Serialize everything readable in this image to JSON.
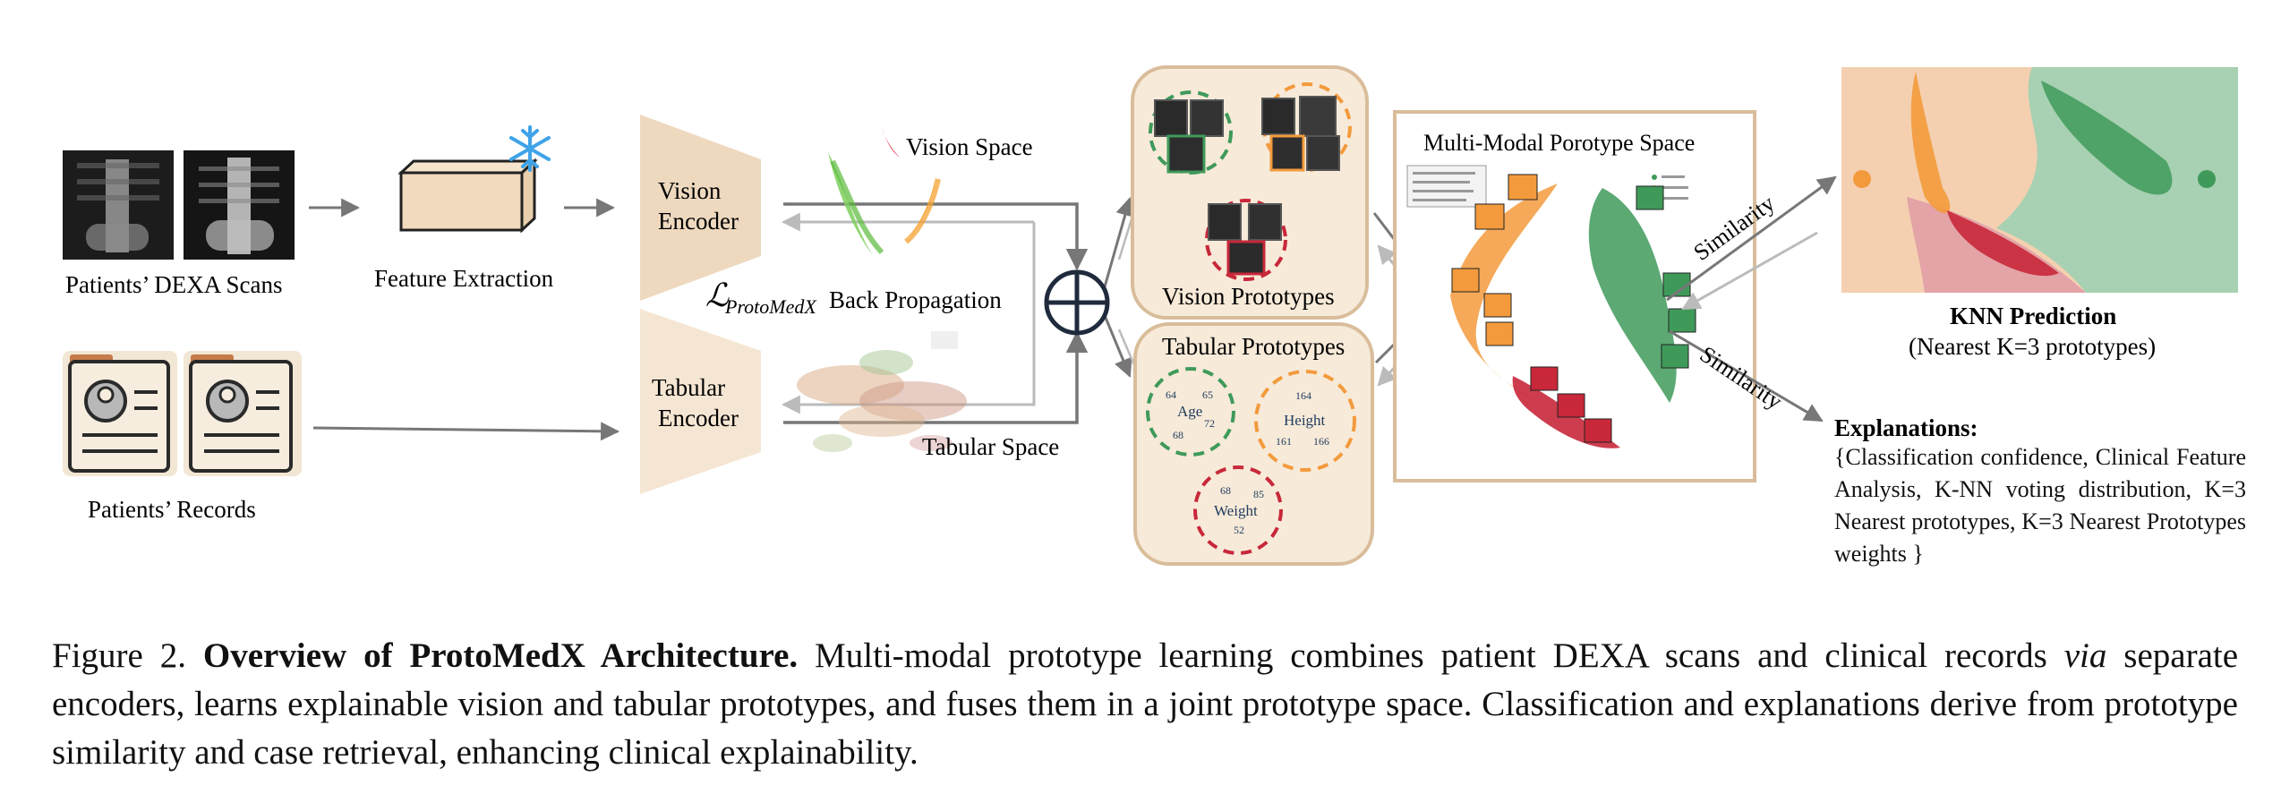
{
  "inputs": {
    "dexa_label": "Patients’ DEXA Scans",
    "records_label": "Patients’ Records",
    "feature_extraction_label": "Feature Extraction"
  },
  "encoders": {
    "vision_line1": "Vision",
    "vision_line2": "Encoder",
    "tabular_line1": "Tabular",
    "tabular_line2": "Encoder"
  },
  "spaces": {
    "vision_space": "Vision Space",
    "tabular_space": "Tabular Space"
  },
  "loss": {
    "script_l": "ℒ",
    "subscript": "ProtoMedX",
    "text": "Back Propagation"
  },
  "prototypes": {
    "vision_title": "Vision Prototypes",
    "tabular_title": "Tabular Prototypes",
    "age": {
      "label": "Age",
      "values": [
        "64",
        "65",
        "72",
        "68"
      ]
    },
    "height": {
      "label": "Height",
      "values": [
        "164",
        "161",
        "166"
      ]
    },
    "weight": {
      "label": "Weight",
      "values": [
        "68",
        "85",
        "52"
      ]
    }
  },
  "multimodal": {
    "title": "Multi-Modal Porotype Space",
    "similarity_upper": "Similarity",
    "similarity_lower": "Similarity"
  },
  "knn": {
    "title": "KNN Prediction",
    "subtitle": "(Nearest K=3 prototypes)"
  },
  "explanations": {
    "title": "Explanations:",
    "body": "{Classification confidence, Clinical Feature Analysis, K-NN voting distribution, K=3 Nearest prototypes, K=3 Nearest Prototypes weights }"
  },
  "caption": {
    "prefix": "Figure 2.",
    "bold": "Overview of ProtoMedX Architecture.",
    "part1": "Multi-modal prototype learning combines patient DEXA scans and clinical records",
    "via": "via",
    "part2": "separate encoders, learns explainable vision and tabular prototypes, and fuses them in a joint prototype space. Classification and explanations derive from prototype similarity and case retrieval, enhancing clinical explainability."
  },
  "colors": {
    "orange": "#f39a3c",
    "green": "#3f9a5a",
    "red": "#c8283a",
    "box_fill": "#f7ead9",
    "box_stroke": "#d9bd9b",
    "arrow": "#777777"
  }
}
